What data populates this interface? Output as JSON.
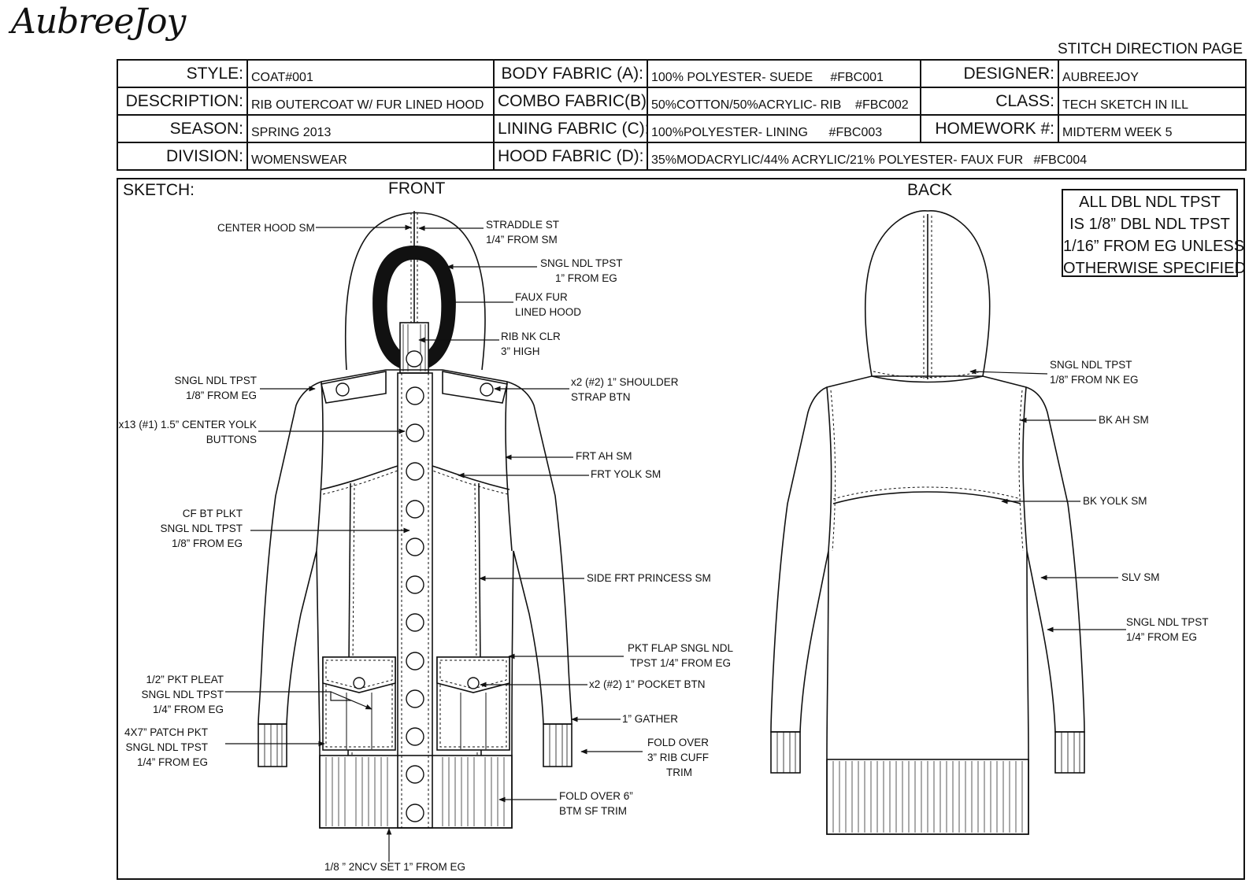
{
  "brand": "AubreeJoy",
  "page_title": "STITCH DIRECTION PAGE",
  "spec": {
    "style_label": "STYLE:",
    "style_value": "COAT#001",
    "description_label": "DESCRIPTION:",
    "description_value": "RIB OUTERCOAT W/ FUR LINED HOOD",
    "season_label": "SEASON:",
    "season_value": "SPRING 2013",
    "division_label": "DIVISION:",
    "division_value": "WOMENSWEAR",
    "body_fabric_label": "BODY FABRIC (A):",
    "body_fabric_value": "100% POLYESTER- SUEDE     #FBC001",
    "combo_fabric_label": "COMBO FABRIC(B):",
    "combo_fabric_value": "50%COTTON/50%ACRYLIC- RIB    #FBC002",
    "lining_fabric_label": "LINING FABRIC (C):",
    "lining_fabric_value": "100%POLYESTER- LINING      #FBC003",
    "hood_fabric_label": "HOOD FABRIC (D):",
    "hood_fabric_value": "35%MODACRYLIC/44% ACRYLIC/21% POLYESTER- FAUX FUR   #FBC004",
    "designer_label": "DESIGNER:",
    "designer_value": "AUBREEJOY",
    "class_label": "CLASS:",
    "class_value": "TECH SKETCH IN ILL",
    "homework_label": "HOMEWORK #:",
    "homework_value": "MIDTERM WEEK 5"
  },
  "sketch": {
    "label": "SKETCH:",
    "front_label": "FRONT",
    "back_label": "BACK",
    "note_lines": [
      "ALL DBL NDL TPST",
      "IS 1/8” DBL NDL TPST",
      "1/16” FROM EG UNLESS",
      "OTHERWISE SPECIFIED"
    ]
  },
  "front_callouts": {
    "center_hood_sm": "CENTER HOOD SM",
    "straddle_st": [
      "STRADDLE ST",
      "1/4” FROM SM"
    ],
    "sngl_ndl_hood": [
      "SNGL NDL TPST",
      "1” FROM EG"
    ],
    "faux_fur": [
      "FAUX FUR",
      "LINED HOOD"
    ],
    "rib_nk_clr": [
      "RIB NK CLR",
      "3” HIGH"
    ],
    "sngl_ndl_shoulder": [
      "SNGL NDL TPST",
      "1/8” FROM EG"
    ],
    "shoulder_strap_btn": [
      "x2 (#2) 1” SHOULDER",
      "STRAP BTN"
    ],
    "center_yolk_buttons": [
      "x13 (#1) 1.5” CENTER YOLK",
      "BUTTONS"
    ],
    "frt_ah_sm": "FRT AH SM",
    "frt_yolk_sm": "FRT YOLK SM",
    "cf_bt_plkt": [
      "CF BT PLKT",
      "SNGL NDL TPST",
      "1/8” FROM EG"
    ],
    "side_frt_princess_sm": "SIDE FRT PRINCESS SM",
    "pkt_flap": [
      "PKT FLAP SNGL NDL",
      "TPST 1/4” FROM EG"
    ],
    "pocket_btn": "x2 (#2) 1” POCKET BTN",
    "pkt_pleat": [
      "1/2”  PKT PLEAT",
      "SNGL NDL TPST",
      "1/4” FROM EG"
    ],
    "gather": "1” GATHER",
    "patch_pkt": [
      "4X7” PATCH PKT",
      "SNGL NDL TPST",
      "1/4” FROM EG"
    ],
    "rib_cuff": [
      "FOLD OVER",
      "3” RIB CUFF",
      "TRIM"
    ],
    "btm_trim": [
      "FOLD OVER 6”",
      "BTM SF TRIM"
    ],
    "hem": "1/8 ” 2NCV SET 1” FROM EG"
  },
  "back_callouts": {
    "sngl_ndl_nk": [
      "SNGL NDL TPST",
      "1/8” FROM NK EG"
    ],
    "bk_ah_sm": "BK AH SM",
    "bk_yolk_sm": "BK YOLK SM",
    "slv_sm": "SLV SM",
    "sngl_ndl_slv": [
      "SNGL NDL TPST",
      "1/4” FROM EG"
    ]
  }
}
